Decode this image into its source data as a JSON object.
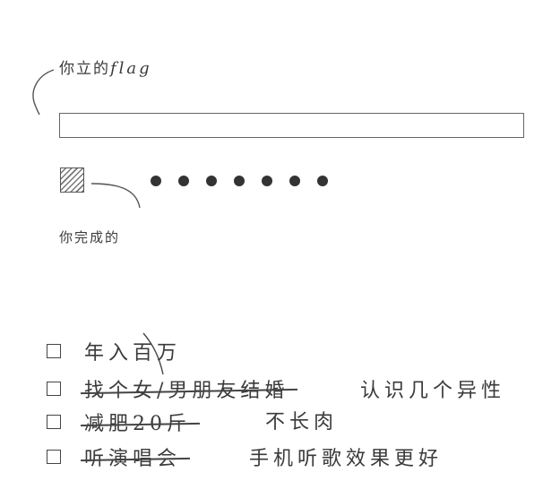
{
  "flag": {
    "label_cn": "你立的",
    "label_latin": "flag",
    "input_value": ""
  },
  "progress": {
    "label": "你完成的",
    "checked": true,
    "remaining_dots": 7
  },
  "todos": [
    {
      "text": "年入百万",
      "done": false,
      "note": ""
    },
    {
      "text": "找个女/男朋友结婚",
      "done": true,
      "note": "认识几个异性"
    },
    {
      "text": "减肥20斤",
      "done": true,
      "note": "不长肉"
    },
    {
      "text": "听演唱会",
      "done": true,
      "note": "手机听歌效果更好"
    }
  ],
  "colors": {
    "ink": "#3a3a3a",
    "border": "#666666"
  }
}
